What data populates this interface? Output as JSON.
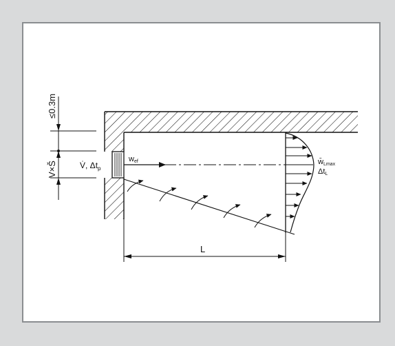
{
  "labels": {
    "clearance": "≤0.3m",
    "height": "V×Š",
    "supply": "V̇, Δt",
    "supply_sub": "p",
    "velocity": "w",
    "velocity_sub": "ef",
    "max_velocity": "w̄",
    "max_velocity_sub": "Lmax",
    "temp_diff": "Δt",
    "temp_diff_sub": "L",
    "length": "L"
  },
  "colors": {
    "background": "#d9dadb",
    "frame_border": "#8a8d90",
    "paper": "#ffffff",
    "ink": "#111111"
  }
}
